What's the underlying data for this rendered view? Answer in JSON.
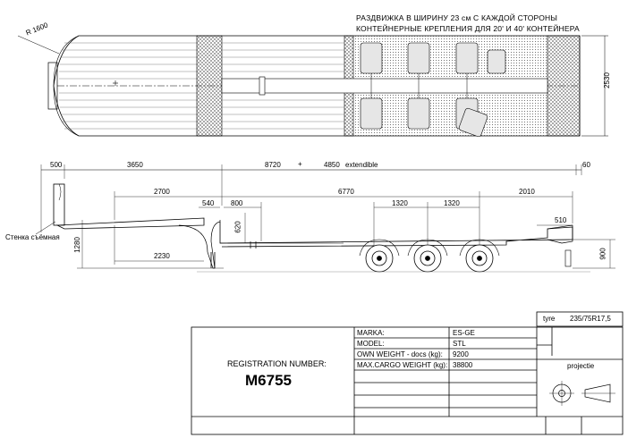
{
  "notes": {
    "line1": "РАЗДВИЖКА В ШИРИНУ 23 см С КАЖДОЙ СТОРОНЫ",
    "line2": "КОНТЕЙНЕРНЫЕ КРЕПЛЕНИЯ ДЛЯ 20' И 40' КОНТЕЙНЕРА"
  },
  "plan_view": {
    "radius_label": "R 1600",
    "width_label": "2530"
  },
  "side_view": {
    "top_dims": {
      "d500": "500",
      "d3650": "3650",
      "d8720": "8720",
      "plus": "+",
      "d4850": "4850",
      "extendible": "extendible",
      "d60": "60"
    },
    "row2": {
      "d2700": "2700",
      "d6770": "6770",
      "d2010": "2010"
    },
    "row3": {
      "d540": "540",
      "d800": "800",
      "d1320a": "1320",
      "d1320b": "1320",
      "d510": "510"
    },
    "vert": {
      "d620": "620",
      "d1280": "1280",
      "d900": "900"
    },
    "d2230": "2230",
    "wall_label": "Стенка съёмная"
  },
  "title_block": {
    "tyre_label": "tyre",
    "tyre_value": "235/75R17,5",
    "registration_label": "REGISTRATION NUMBER:",
    "registration_number": "M6755",
    "projection_label": "projectie",
    "rows": [
      {
        "label": "MARKA:",
        "value": "ES-GE"
      },
      {
        "label": "MODEL:",
        "value": "STL"
      },
      {
        "label": "OWN WEIGHT - docs (kg):",
        "value": "9200"
      },
      {
        "label": "MAX.CARGO WEIGHT (kg):",
        "value": "38800"
      }
    ]
  }
}
